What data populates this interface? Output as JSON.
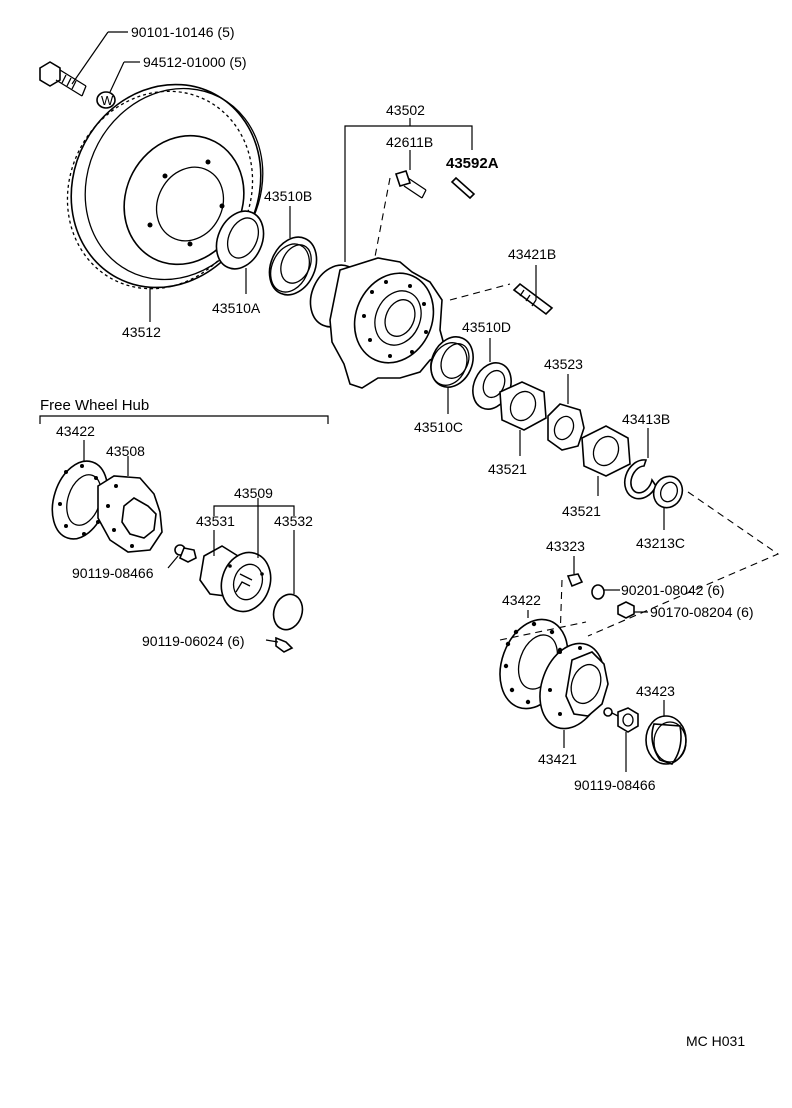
{
  "labels": {
    "bolt_rotor": "90101-10146 (5)",
    "washer_rotor": "94512-01000 (5)",
    "washer_symbol": "W",
    "hub_group": "43502",
    "hub_bolt": "42611B",
    "pin": "43592A",
    "outer_seal": "43510B",
    "rotor": "43512",
    "bearing_outer_cup": "43510A",
    "stud": "43421B",
    "bearing_inner_d": "43510D",
    "bearing_inner_c": "43510C",
    "lock_washer": "43523",
    "nut_upper": "43521",
    "nut_lower": "43521",
    "snap_ring": "43413B",
    "spacer": "43213C",
    "fw_section_title": "Free Wheel Hub",
    "fw_flange": "43422",
    "fw_body": "43508",
    "fw_group": "43509",
    "fw_knob": "43531",
    "fw_cover": "43532",
    "fw_bolt": "90119-08466",
    "fw_screw": "90119-06024 (6)",
    "flange_key": "43323",
    "washer_b": "90201-08042 (6)",
    "nut_b": "90170-08204 (6)",
    "flange_b": "43422",
    "flange_hub": "43421",
    "cap": "43423",
    "bolt_b": "90119-08466",
    "page_code": "MC  H031"
  }
}
